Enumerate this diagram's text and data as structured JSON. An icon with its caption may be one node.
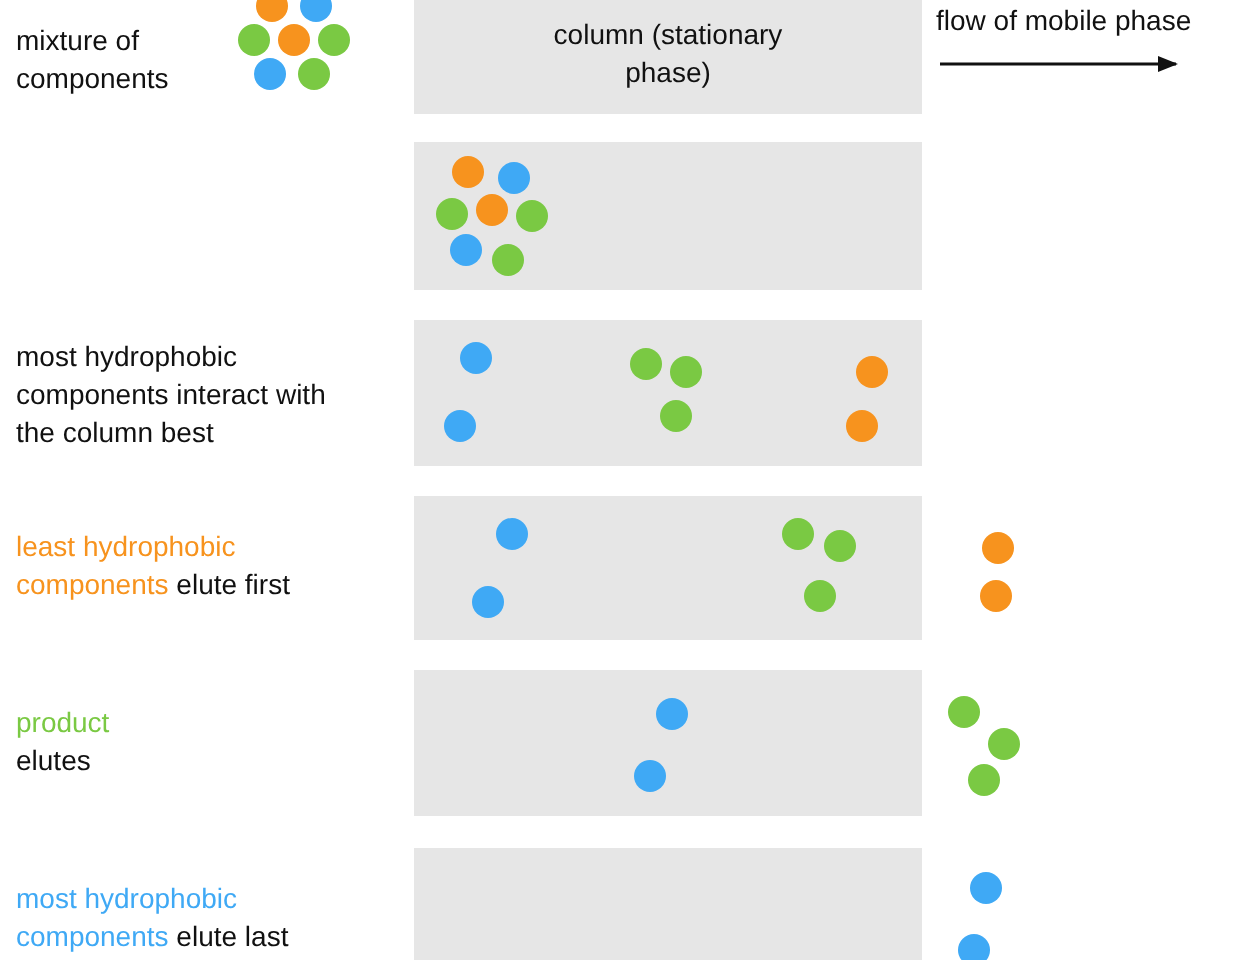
{
  "diagram": {
    "nodes": [
      {
        "text": [
          "column (stationary phase)"
        ]
      },
      {
        "text": [],
        "shape": "box"
      },
      {
        "text": [],
        "shape": "box"
      },
      {
        "text": [],
        "shape": "box"
      },
      {
        "text": [],
        "shape": "box"
      },
      {
        "text": [],
        "shape": "box"
      }
    ],
    "labels": [
      "mixture of components",
      "flow of mobile phase",
      "most hydrophobic components interact with the column best",
      "least hydrophobic components elute first",
      "product elutes",
      "most hydrophobic components elute last"
    ]
  }
}
